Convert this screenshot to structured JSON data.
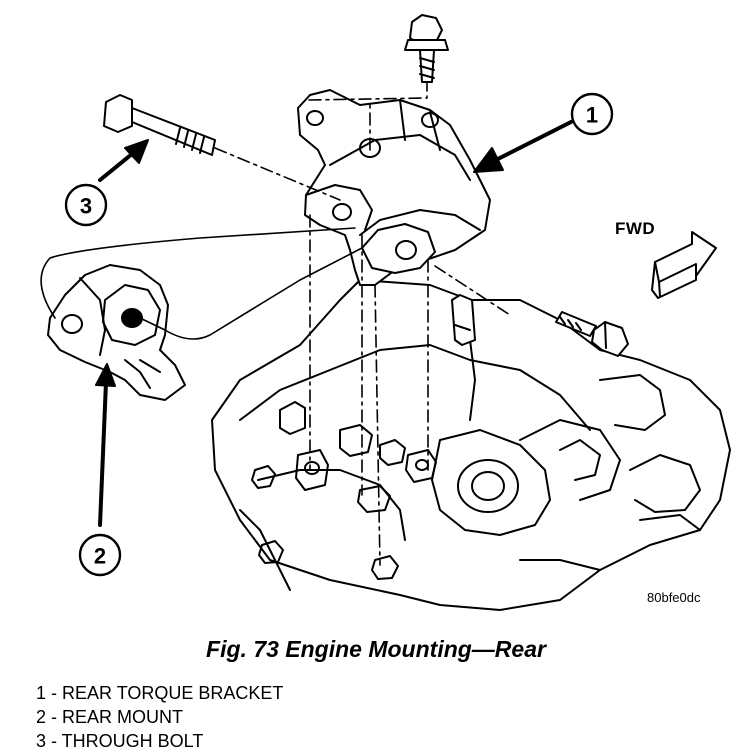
{
  "diagram": {
    "direction_label": "FWD",
    "image_id": "80bfe0dc",
    "callouts": [
      "1",
      "2",
      "3"
    ]
  },
  "caption": "Fig. 73 Engine Mounting—Rear",
  "legend": [
    "1 - REAR TORQUE BRACKET",
    "2 - REAR MOUNT",
    "3 - THROUGH BOLT"
  ]
}
